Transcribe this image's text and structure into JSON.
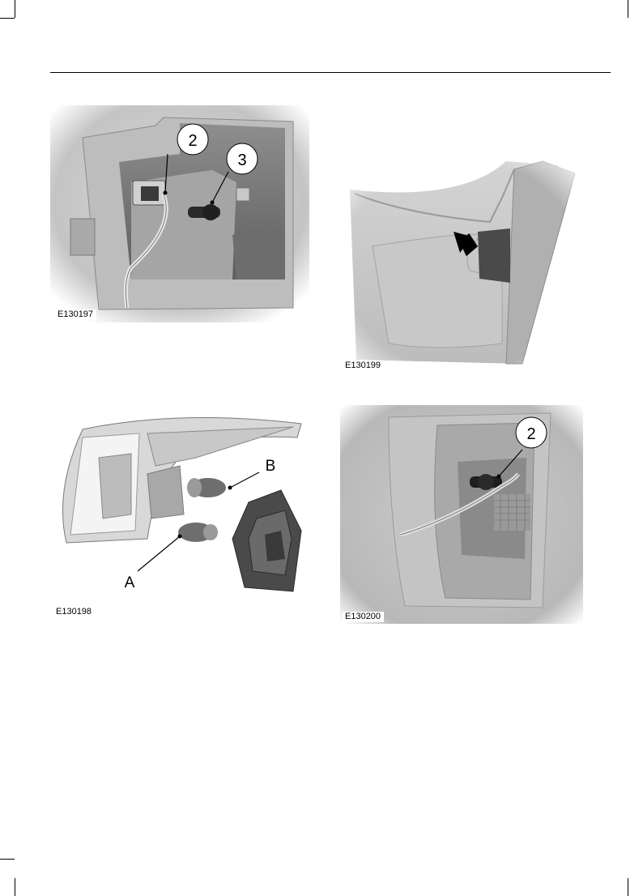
{
  "figures": [
    {
      "id": "E130197",
      "callouts": [
        "2",
        "3"
      ]
    },
    {
      "id": "E130199",
      "callouts": []
    },
    {
      "id": "E130198",
      "callouts": [
        "B",
        "A"
      ]
    },
    {
      "id": "E130200",
      "callouts": [
        "2"
      ]
    }
  ]
}
